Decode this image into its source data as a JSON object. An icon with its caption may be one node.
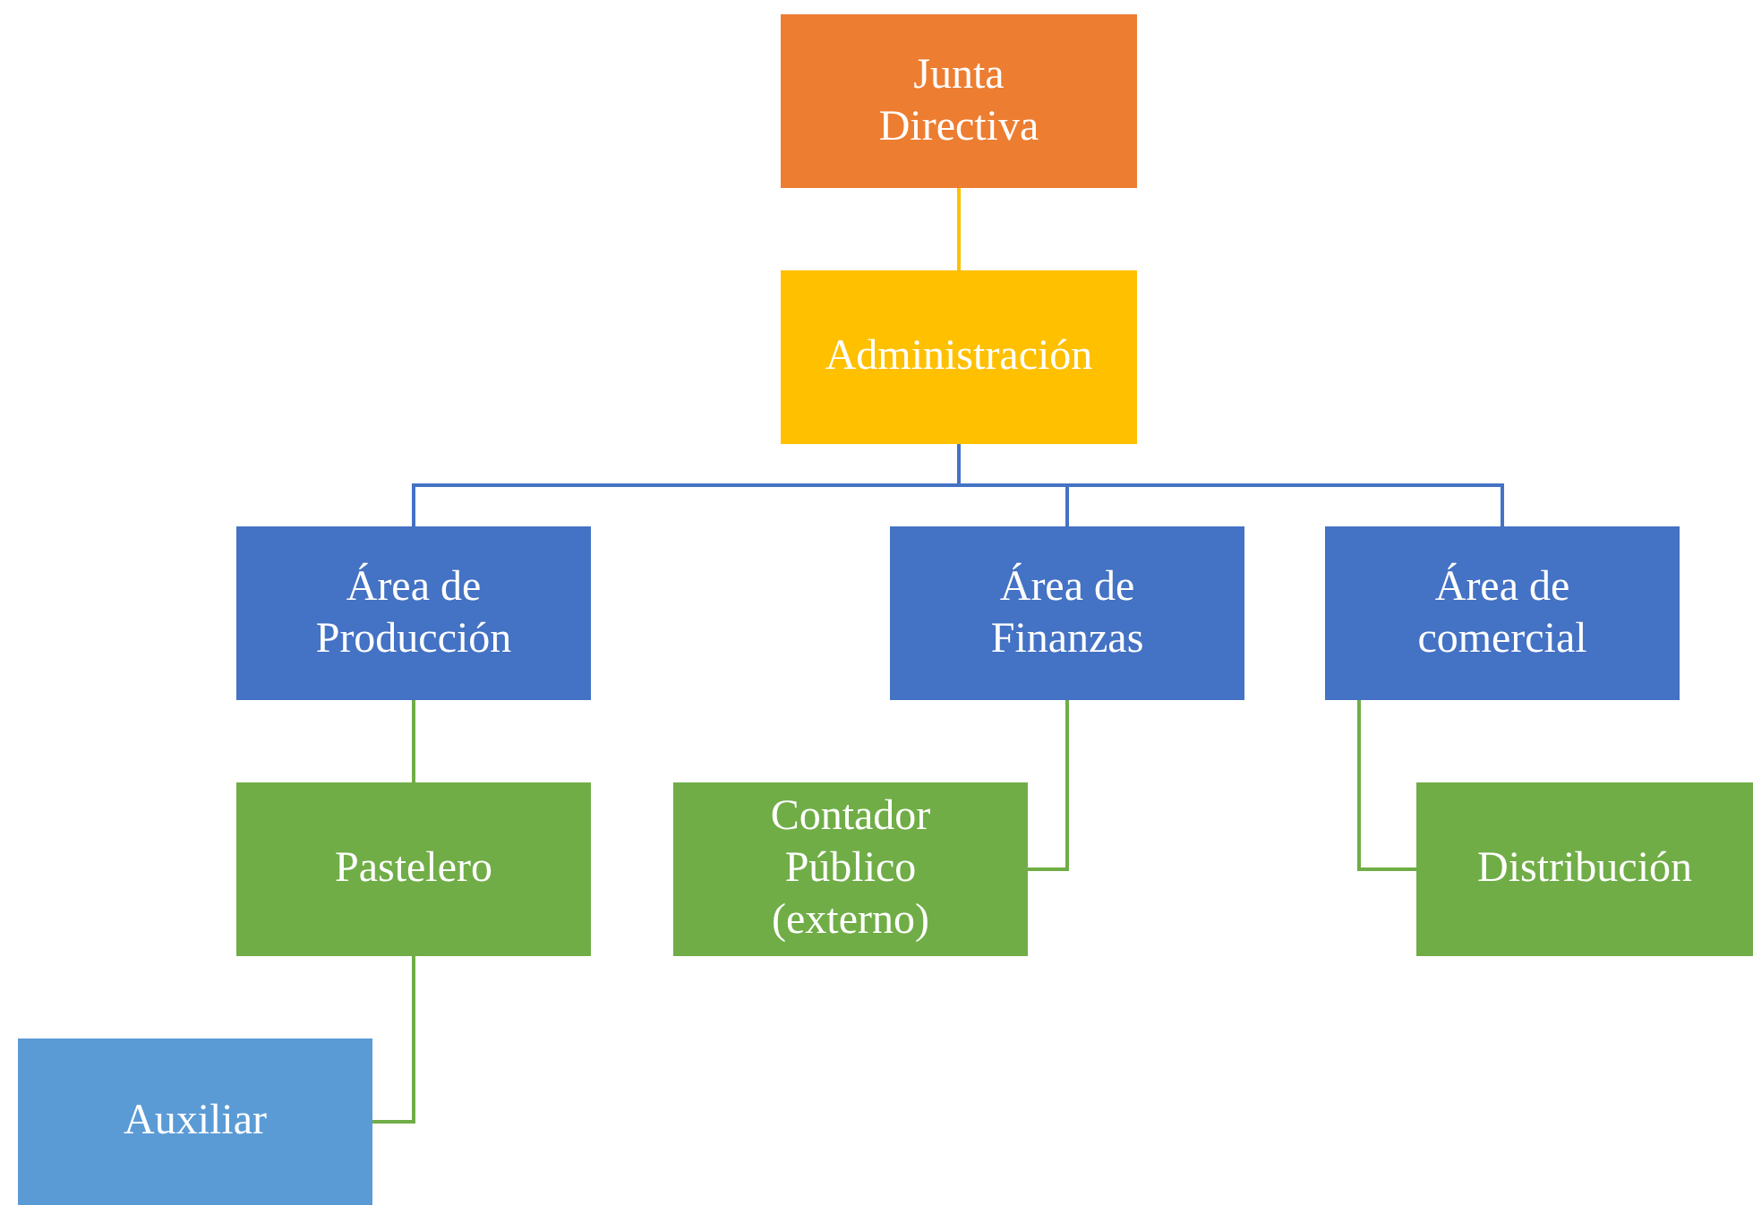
{
  "diagram": {
    "nodes": [
      {
        "text": [
          "Junta Directiva"
        ]
      },
      {
        "text": [
          "Administración"
        ]
      },
      {
        "text": [
          "Área de Producción"
        ]
      },
      {
        "text": [
          "Área de Finanzas"
        ]
      },
      {
        "text": [
          "Área de comercial"
        ]
      },
      {
        "text": [
          "Pastelero"
        ]
      },
      {
        "text": [
          "Contador Público (externo)"
        ]
      },
      {
        "text": [
          "Distribución"
        ]
      },
      {
        "text": [
          "Auxiliar"
        ]
      }
    ],
    "edges": [
      {
        "from": 0,
        "to": 1,
        "arrow": "none",
        "color": "#ffc000"
      },
      {
        "from": 1,
        "to": 2,
        "arrow": "none",
        "color": "#4472c4"
      },
      {
        "from": 1,
        "to": 3,
        "arrow": "none",
        "color": "#4472c4"
      },
      {
        "from": 1,
        "to": 4,
        "arrow": "none",
        "color": "#4472c4"
      },
      {
        "from": 2,
        "to": 5,
        "arrow": "none"
      },
      {
        "from": 3,
        "to": 6,
        "arrow": "none"
      },
      {
        "from": 4,
        "to": 7,
        "arrow": "none"
      },
      {
        "from": 5,
        "to": 8,
        "arrow": "none"
      }
    ]
  }
}
